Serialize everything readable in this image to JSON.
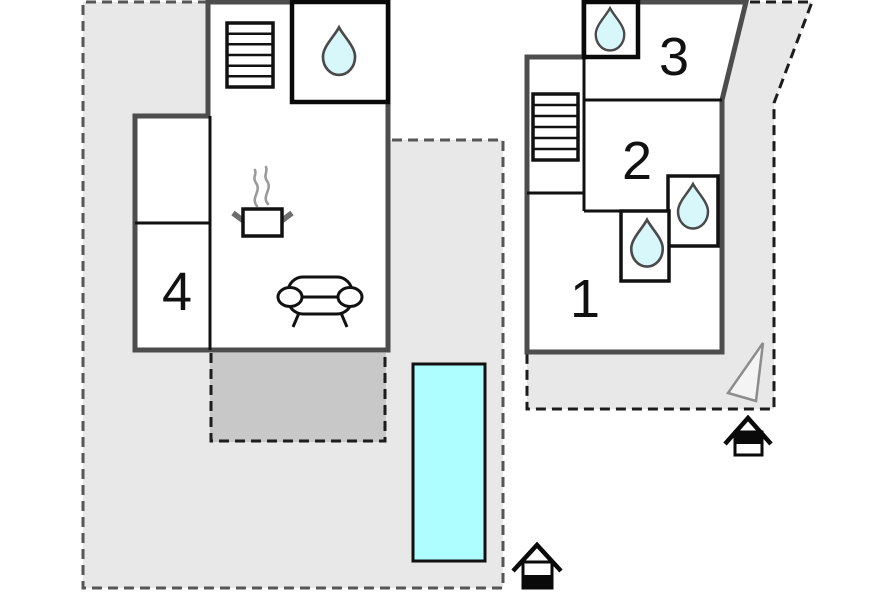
{
  "plan_title": "holiday-home-floor-plan",
  "rooms": {
    "r1": {
      "label": "1"
    },
    "r2": {
      "label": "2"
    },
    "r3": {
      "label": "3"
    },
    "r4": {
      "label": "4"
    }
  },
  "icons": {
    "bathroom": "water-drop-icon",
    "stairs": "staircase-icon",
    "kitchen": "cooking-pot-icon",
    "living": "sofa-icon",
    "pool": "swimming-pool",
    "entrance": "house-entrance-icon",
    "orientation": "north-arrow-icon"
  },
  "colors": {
    "parcel_fill": "#e8e8e8",
    "terrace_fill": "#c8c8c8",
    "pool_fill": "#aefdff",
    "water_drop_fill": "#d7f7fa",
    "wall_gray": "#4d4d4d",
    "line_black": "#111111",
    "boundary_dash_gray": "#565656",
    "boundary_dash_dark": "#1c1c1c"
  }
}
